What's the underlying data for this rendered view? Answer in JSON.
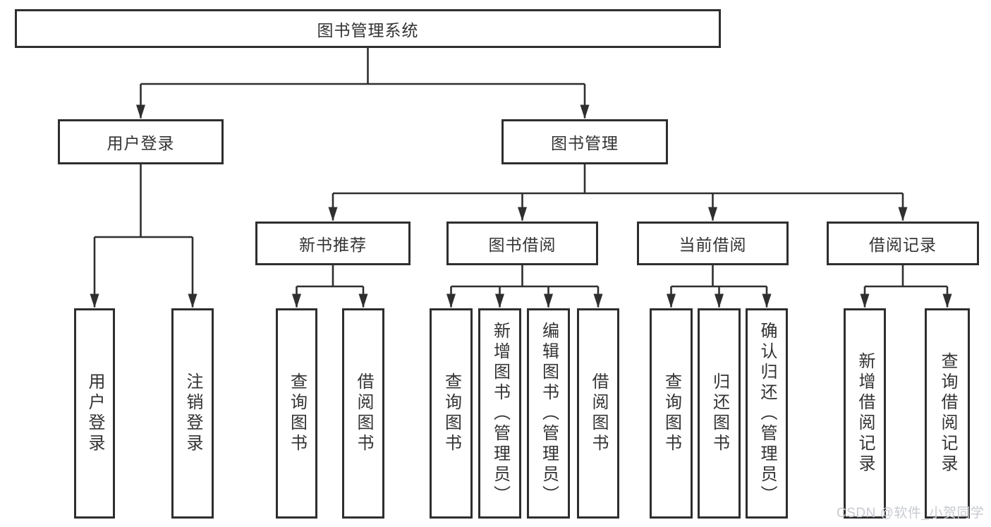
{
  "diagram": {
    "root": {
      "label": "图书管理系统"
    },
    "branches": [
      {
        "label": "用户登录",
        "children": [
          {
            "label": "用户登录"
          },
          {
            "label": "注销登录"
          }
        ]
      },
      {
        "label": "图书管理",
        "children": [
          {
            "label": "新书推荐",
            "children": [
              {
                "label": "查询图书"
              },
              {
                "label": "借阅图书"
              }
            ]
          },
          {
            "label": "图书借阅",
            "children": [
              {
                "label": "查询图书"
              },
              {
                "label": "新增图书（管理员）"
              },
              {
                "label": "编辑图书（管理员）"
              },
              {
                "label": "借阅图书"
              }
            ]
          },
          {
            "label": "当前借阅",
            "children": [
              {
                "label": "查询图书"
              },
              {
                "label": "归还图书"
              },
              {
                "label": "确认归还（管理员）"
              }
            ]
          },
          {
            "label": "借阅记录",
            "children": [
              {
                "label": "新增借阅记录"
              },
              {
                "label": "查询借阅记录"
              }
            ]
          }
        ]
      }
    ]
  },
  "watermark": "CSDN @软件_小贺同学",
  "colors": {
    "line": "#2f2f2f",
    "box_border": "#2e2e2e",
    "box_background": "#ffffff",
    "text": "#333333",
    "watermark": "#c7cad0"
  }
}
